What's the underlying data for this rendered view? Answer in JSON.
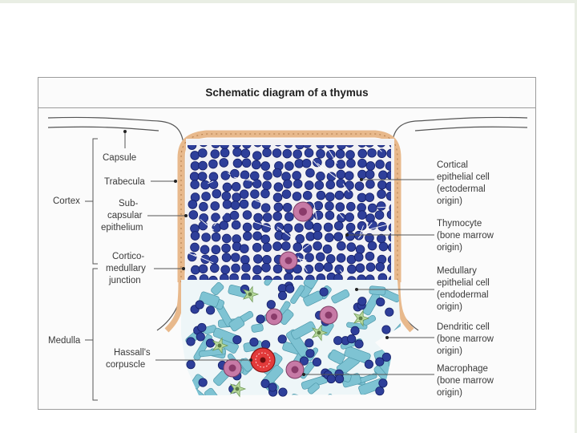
{
  "figure": {
    "title": "Schematic diagram of a thymus",
    "region_labels": {
      "cortex": "Cortex",
      "medulla": "Medulla"
    },
    "left_labels": [
      {
        "key": "capsule",
        "lines": [
          "Capsule"
        ]
      },
      {
        "key": "trabecula",
        "lines": [
          "Trabecula"
        ]
      },
      {
        "key": "subcapsular",
        "lines": [
          "Sub-",
          "capsular",
          "epithelium"
        ]
      },
      {
        "key": "corticomedullary",
        "lines": [
          "Cortico-",
          "medullary",
          "junction"
        ]
      },
      {
        "key": "hassalls",
        "lines": [
          "Hassall's",
          "corpuscle"
        ]
      }
    ],
    "right_labels": [
      {
        "key": "cortical-epithelial",
        "lines": [
          "Cortical",
          "epithelial cell",
          "(ectodermal",
          "origin)"
        ]
      },
      {
        "key": "thymocyte",
        "lines": [
          "Thymocyte",
          "(bone marrow",
          "origin)"
        ]
      },
      {
        "key": "medullary-epithelial",
        "lines": [
          "Medullary",
          "epithelial cell",
          "(endodermal",
          "origin)"
        ]
      },
      {
        "key": "dendritic",
        "lines": [
          "Dendritic cell",
          "(bone marrow",
          "origin)"
        ]
      },
      {
        "key": "macrophage",
        "lines": [
          "Macrophage",
          "(bone marrow",
          "origin)"
        ]
      }
    ],
    "colors": {
      "thymocyte": "#2e3f9a",
      "thymocyte_rim": "#15206a",
      "medullary_epithelium": "#7ec3d3",
      "capsule": "#e8b98c",
      "macrophage": "#c77aa6",
      "dendritic": "#b7d89c",
      "hassall": "#e23a3a",
      "line": "#3a3a3a"
    }
  }
}
